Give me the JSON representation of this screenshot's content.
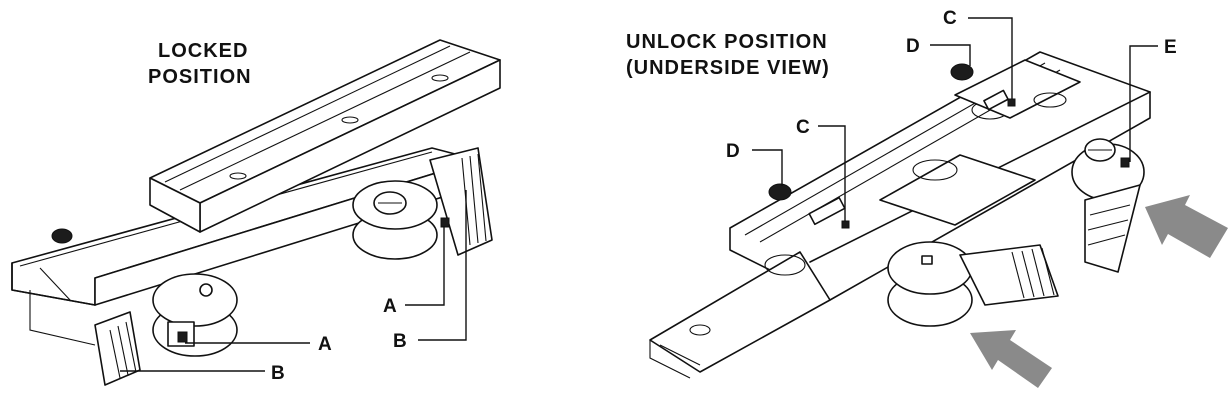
{
  "left_panel": {
    "caption_line1": "LOCKED",
    "caption_line2": "POSITION",
    "callouts": [
      "A",
      "B",
      "A",
      "B"
    ]
  },
  "right_panel": {
    "caption_line1": "UNLOCK POSITION",
    "caption_line2": "(UNDERSIDE VIEW)",
    "callouts": [
      "C",
      "D",
      "E",
      "C",
      "D"
    ]
  },
  "colors": {
    "line": "#111111",
    "arrow": "#8a8a8a",
    "background": "#ffffff"
  }
}
